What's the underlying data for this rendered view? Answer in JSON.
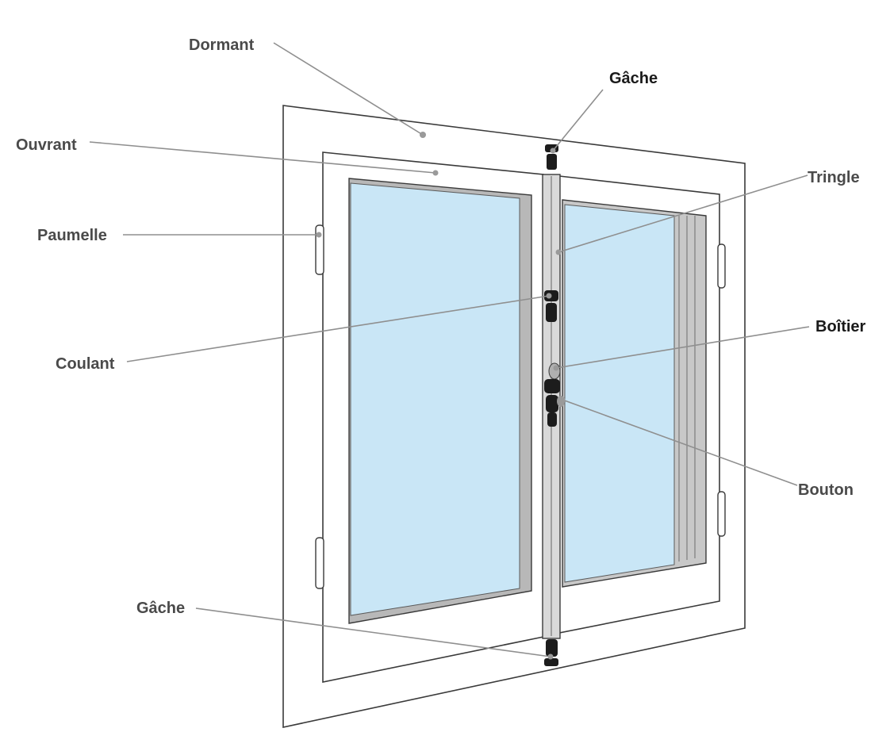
{
  "diagram": {
    "labels": {
      "dormant": "Dormant",
      "ouvrant": "Ouvrant",
      "paumelle": "Paumelle",
      "coulant": "Coulant",
      "gache_bas": "Gâche",
      "gache_haut": "Gâche",
      "tringle": "Tringle",
      "boitier": "Boîtier",
      "bouton": "Bouton"
    },
    "colors": {
      "glass": "#c9e6f6",
      "frame": "#ffffff",
      "outline": "#3a3a3a",
      "callout": "#8f8f8f",
      "hardware": "#1c1c1c",
      "label_dark": "#4a4a4a",
      "label_black": "#1a1a1a"
    }
  }
}
